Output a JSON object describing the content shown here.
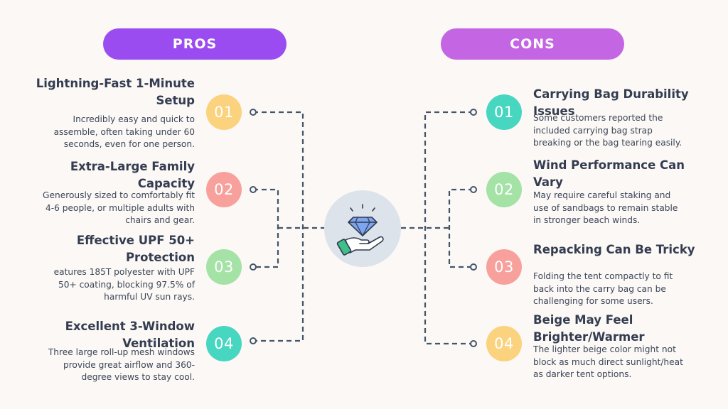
{
  "headers": {
    "pros": "PROS",
    "cons": "CONS"
  },
  "colors": {
    "pros_pill": "#9b4cf0",
    "cons_pill": "#c465e3",
    "connector": "#44546a",
    "center_circle": "#dde3ea"
  },
  "center_icon": "diamond-in-hand-icon",
  "pros": [
    {
      "num": "01",
      "color": "#fbd27e",
      "title": "Lightning-Fast 1-Minute Setup",
      "desc": "Incredibly easy and quick to assemble, often taking under 60 seconds, even for one person."
    },
    {
      "num": "02",
      "color": "#f8a19c",
      "title": "Extra-Large Family Capacity",
      "desc": "Generously sized to comfortably fit 4-6 people, or multiple adults with chairs and gear."
    },
    {
      "num": "03",
      "color": "#a4e2a6",
      "title": "Effective UPF 50+ Protection",
      "desc": "eatures 185T polyester with UPF 50+ coating, blocking 97.5% of harmful UV sun rays."
    },
    {
      "num": "04",
      "color": "#47d6c0",
      "title": "Excellent 3-Window Ventilation",
      "desc": "Three large roll-up mesh windows provide great airflow and 360-degree views to stay cool."
    }
  ],
  "cons": [
    {
      "num": "01",
      "color": "#47d6c0",
      "title": "Carrying Bag Durability Issues",
      "desc": "Some customers reported the included carrying bag strap breaking or the bag tearing easily."
    },
    {
      "num": "02",
      "color": "#a4e2a6",
      "title": "Wind Performance Can Vary",
      "desc": "May require careful staking and use of sandbags to remain stable in stronger beach winds."
    },
    {
      "num": "03",
      "color": "#f8a19c",
      "title": "Repacking Can Be Tricky",
      "desc": "Folding the tent compactly to fit back into the carry bag can be challenging for some users."
    },
    {
      "num": "04",
      "color": "#fbd27e",
      "title": "Beige May Feel Brighter/Warmer",
      "desc": "The lighter beige color might not block as much direct sunlight/heat as darker tent options."
    }
  ]
}
